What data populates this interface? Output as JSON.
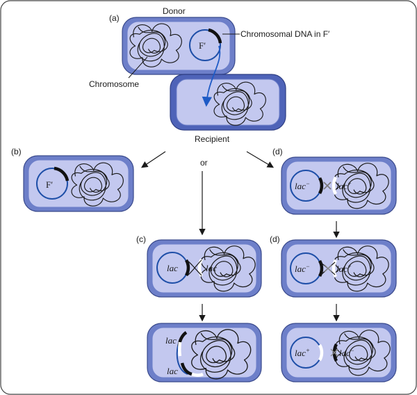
{
  "labels": {
    "panel_a": "(a)",
    "panel_b": "(b)",
    "panel_c": "(c)",
    "panel_d": "(d)",
    "donor": "Donor",
    "recipient": "Recipient",
    "chromosome": "Chromosome",
    "chromosomal_dna": "Chromosomal DNA in F′",
    "or": "or",
    "f_prime": "F′",
    "lac": "lac",
    "minus": "−",
    "plus": "+"
  },
  "colors": {
    "cell_wall": "#6d7fc9",
    "cytoplasm": "#c3c8ef",
    "plasmid": "#1e4fa8",
    "transfer_arrow": "#1e5bc6"
  }
}
